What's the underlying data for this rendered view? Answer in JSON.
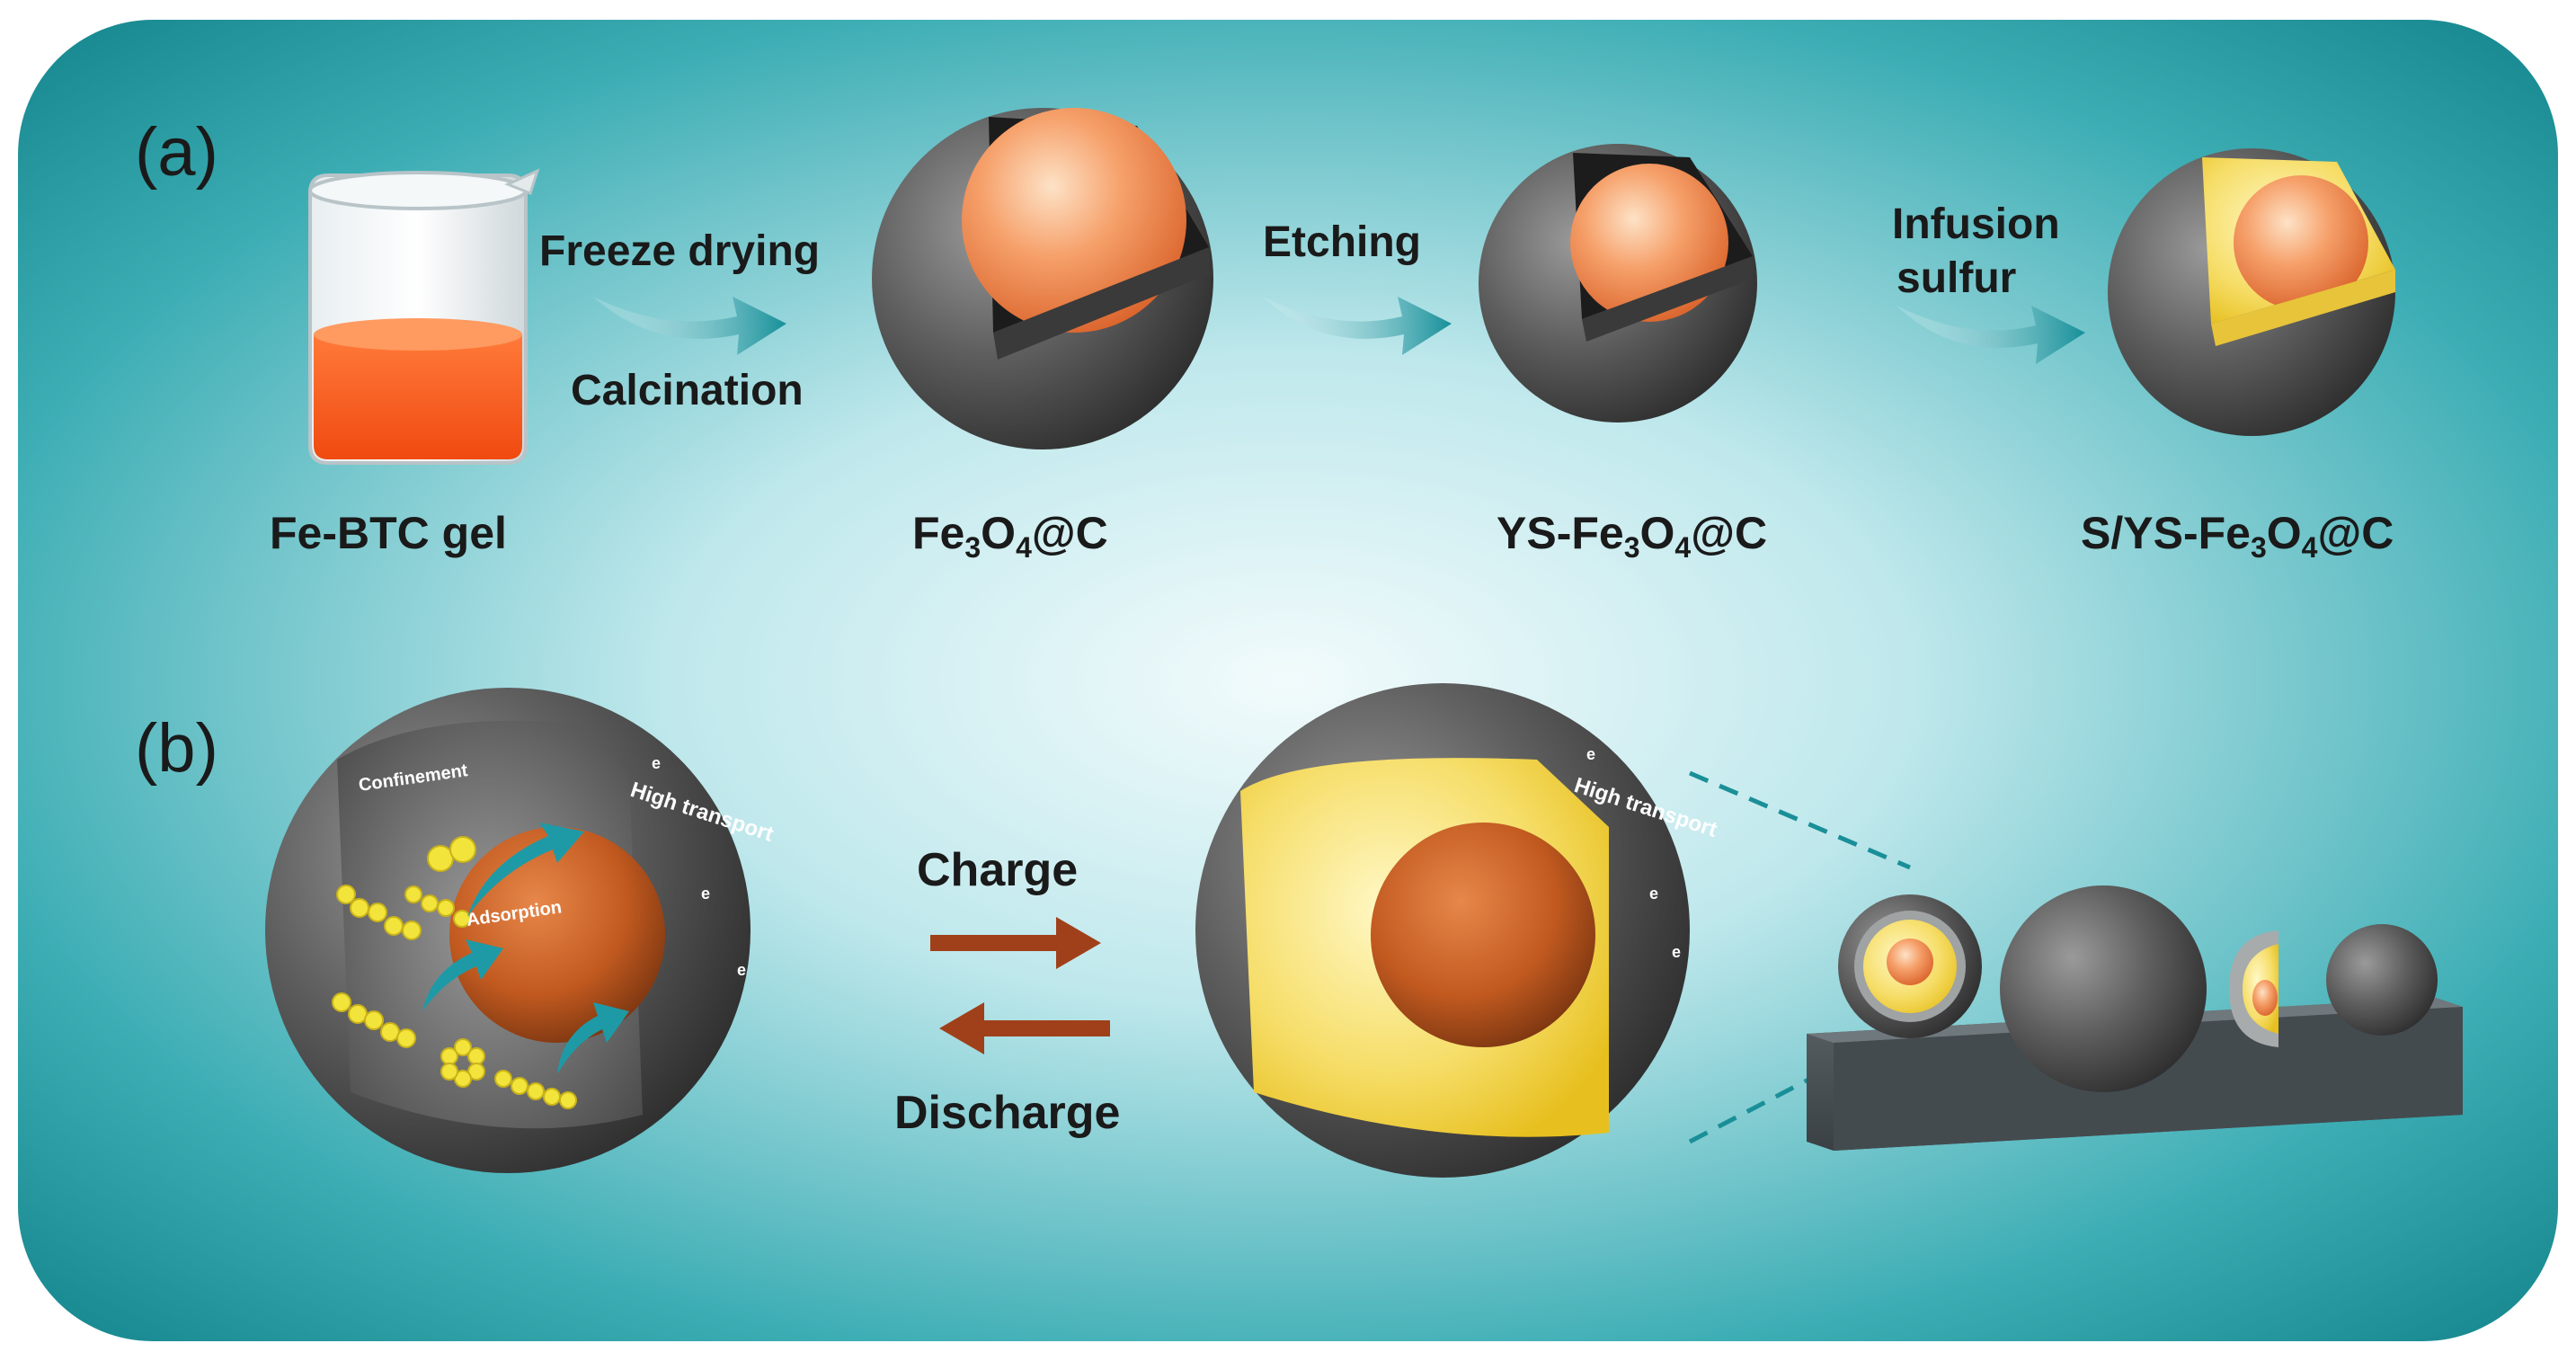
{
  "panel_a": {
    "label": "(a)",
    "steps": [
      {
        "name": "Fe-BTC gel"
      },
      {
        "name_prefix": "Fe",
        "sub1": "3",
        "mid": "O",
        "sub2": "4",
        "suffix": "@C"
      },
      {
        "name_prefix": "YS-Fe",
        "sub1": "3",
        "mid": "O",
        "sub2": "4",
        "suffix": "@C"
      },
      {
        "name_prefix": "S/YS-Fe",
        "sub1": "3",
        "mid": "O",
        "sub2": "4",
        "suffix": "@C"
      }
    ],
    "arrows": [
      {
        "top": "Freeze drying",
        "bottom": "Calcination"
      },
      {
        "top": "Etching"
      },
      {
        "top_line1": "Infusion",
        "top_line2": "sulfur"
      }
    ]
  },
  "panel_b": {
    "label": "(b)",
    "charge_label": "Charge",
    "discharge_label": "Discharge",
    "annotations": {
      "confinement": "Confinement",
      "adsorption": "Adsorption",
      "high_transport": "High transport",
      "electron": "e"
    }
  },
  "colors": {
    "background_teal": "#1a9aa0",
    "background_light": "#eaf7f8",
    "core_orange": "#e8763a",
    "shell_gray": "#5a5a5a",
    "sulfur_yellow": "#f2d24a",
    "arrow_brown": "#a0401a",
    "arrow_teal": "#1e9aa6"
  }
}
